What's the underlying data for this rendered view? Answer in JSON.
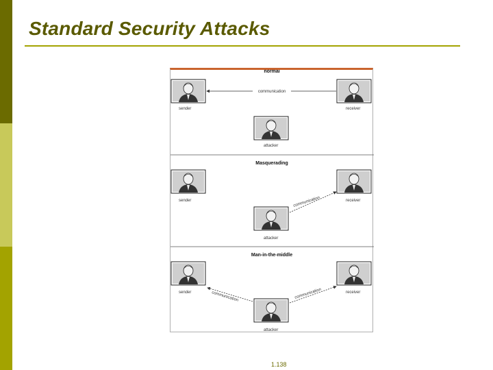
{
  "slide": {
    "title": "Standard Security Attacks",
    "page_number": "1.138"
  },
  "figure": {
    "panels": [
      {
        "heading": "normal",
        "sender": "sender",
        "receiver": "receiver",
        "attacker": "attacker",
        "link_label": "communication"
      },
      {
        "heading": "Masquerading",
        "sender": "sender",
        "receiver": "receiver",
        "attacker": "attacker",
        "link_label": "communication"
      },
      {
        "heading": "Man-in-the-middle",
        "sender": "sender",
        "receiver": "receiver",
        "attacker": "attacker",
        "link_label_left": "communication",
        "link_label_right": "communication"
      }
    ]
  },
  "colors": {
    "bar_dark": "#6b6b00",
    "bar_light": "#c8c95a",
    "bar_mid": "#a3a300",
    "title": "#5a5a00",
    "figure_top_border": "#c9642e"
  }
}
